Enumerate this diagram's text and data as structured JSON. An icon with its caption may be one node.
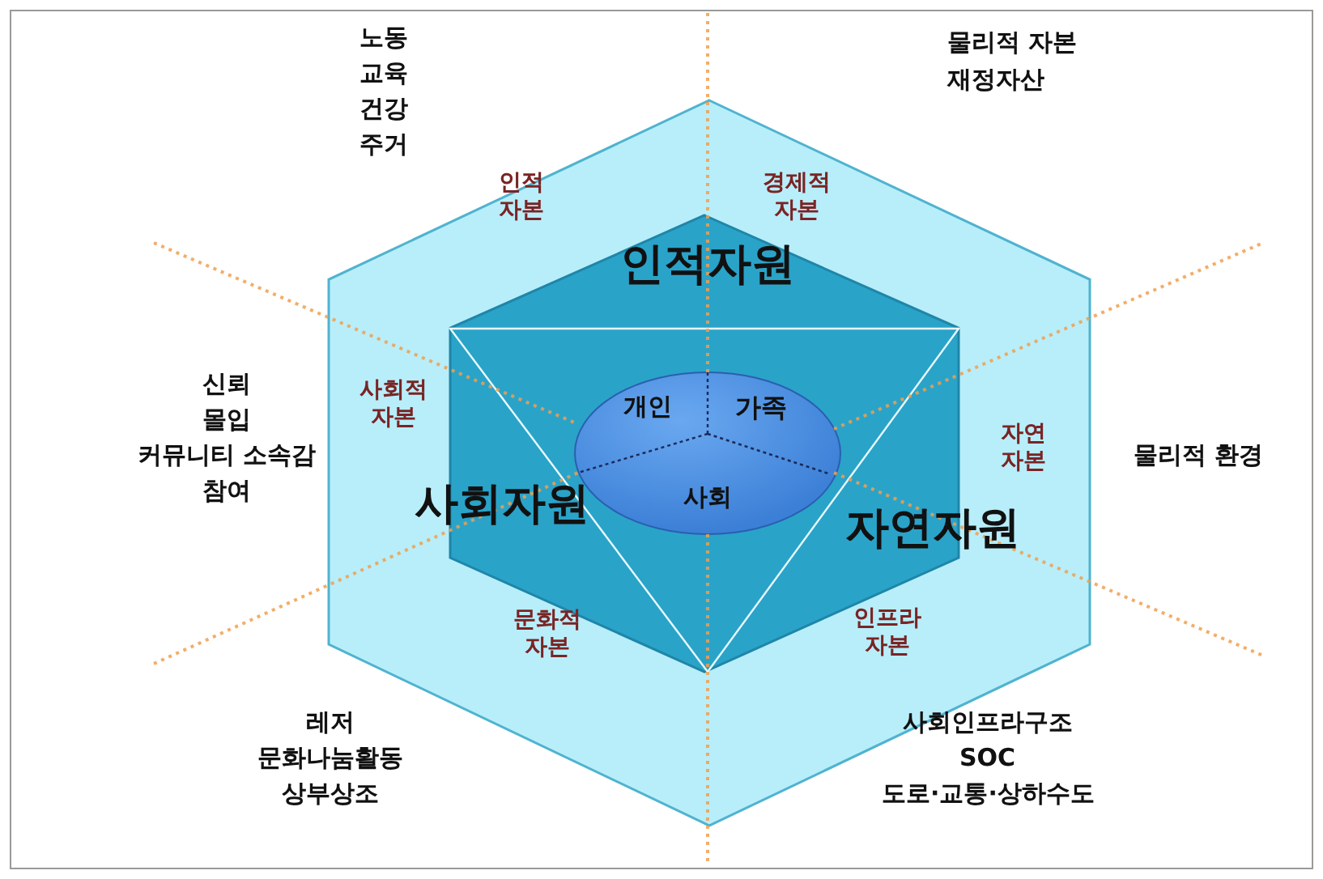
{
  "diagram": {
    "nodes": [
      {
        "text": [],
        "shape": "hexagon"
      },
      {
        "text": [],
        "shape": "hexagon",
        "in": 0
      },
      {
        "text": [],
        "shape": "ellipse",
        "in": 1
      }
    ],
    "edges": [],
    "labels": [
      "노동",
      "교육",
      "건강",
      "주거",
      "물리적 자본",
      "재정자산",
      "인적 자본",
      "경제적 자본",
      "인적자원",
      "신뢰",
      "몰입",
      "커뮤니티 소속감",
      "참여",
      "사회적 자본",
      "개인",
      "가족",
      "자연 자본",
      "물리적 환경",
      "사회자원",
      "사회",
      "자연자원",
      "문화적 자본",
      "인프라 자본",
      "레저",
      "문화나눔활동",
      "상부상조",
      "사회인프라구조",
      "SOC",
      "도로·교통·상하수도"
    ]
  }
}
